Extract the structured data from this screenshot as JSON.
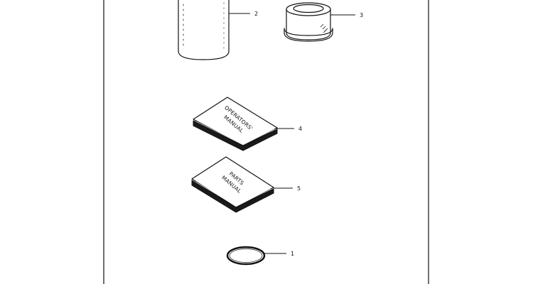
{
  "diagram": {
    "callouts": {
      "o_ring": "1",
      "filter_tall": "2",
      "filter_short": "3",
      "operators_manual": "4",
      "parts_manual": "5"
    },
    "books": {
      "operators_line1": "OPERATORS'",
      "operators_line2": "MANUAL",
      "parts_line1": "PARTS",
      "parts_line2": "MANUAL"
    }
  }
}
